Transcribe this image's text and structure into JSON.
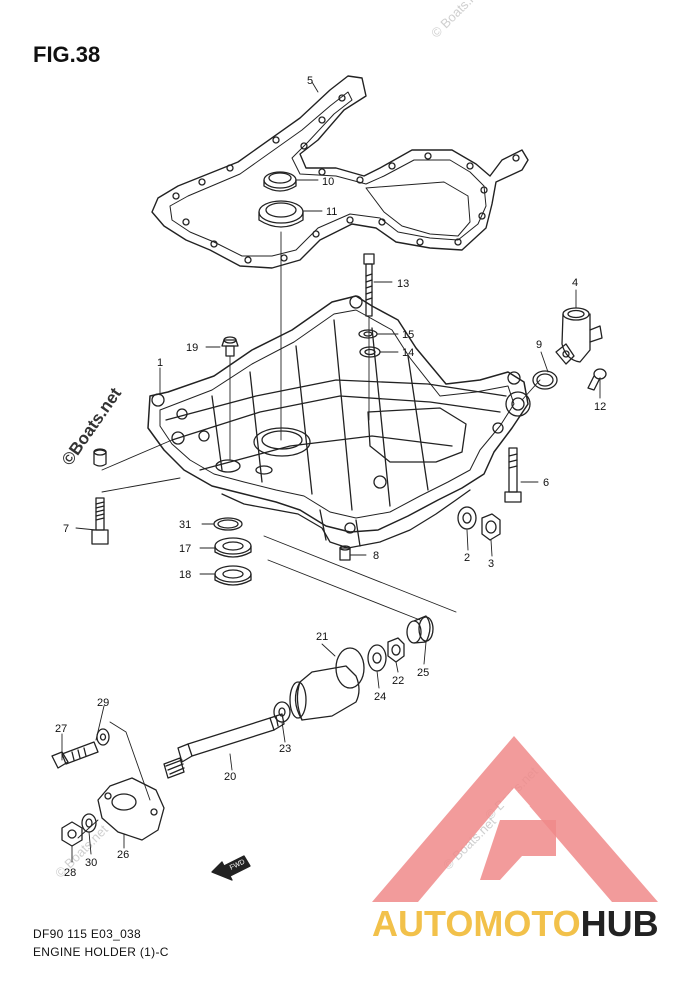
{
  "figure": {
    "title": "FIG.38"
  },
  "footer": {
    "code": "DF90 115 E03_038",
    "caption": "ENGINE HOLDER (1)-C"
  },
  "watermark": {
    "text": "Boats.net",
    "copyright": "©"
  },
  "brand": {
    "part1": "AUTOMOTO",
    "part2": "HUB",
    "color_main": "#f2c14a",
    "color_accent": "#222222",
    "logo_color": "#f08a8a"
  },
  "direction_tag": "FWD",
  "callouts": [
    "1",
    "2",
    "3",
    "4",
    "5",
    "6",
    "7",
    "8",
    "9",
    "10",
    "11",
    "12",
    "13",
    "14",
    "15",
    "17",
    "18",
    "19",
    "20",
    "21",
    "22",
    "23",
    "24",
    "25",
    "26",
    "27",
    "28",
    "29",
    "30",
    "31"
  ]
}
